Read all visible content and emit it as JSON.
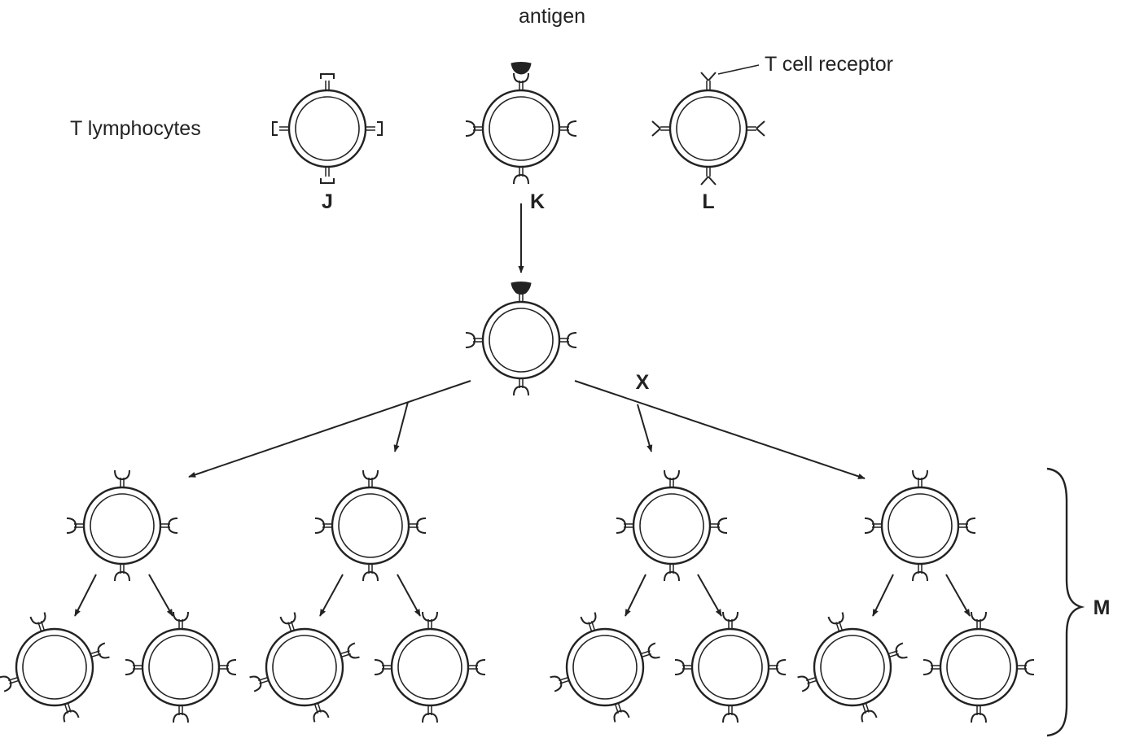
{
  "labels": {
    "antigen": "antigen",
    "t_cell_receptor": "T cell receptor",
    "t_lymphocytes": "T lymphocytes",
    "cell_j": "J",
    "cell_k": "K",
    "cell_l": "L",
    "process_x": "X",
    "group_m": "M"
  },
  "colors": {
    "ink": "#222222",
    "background": "#ffffff"
  }
}
